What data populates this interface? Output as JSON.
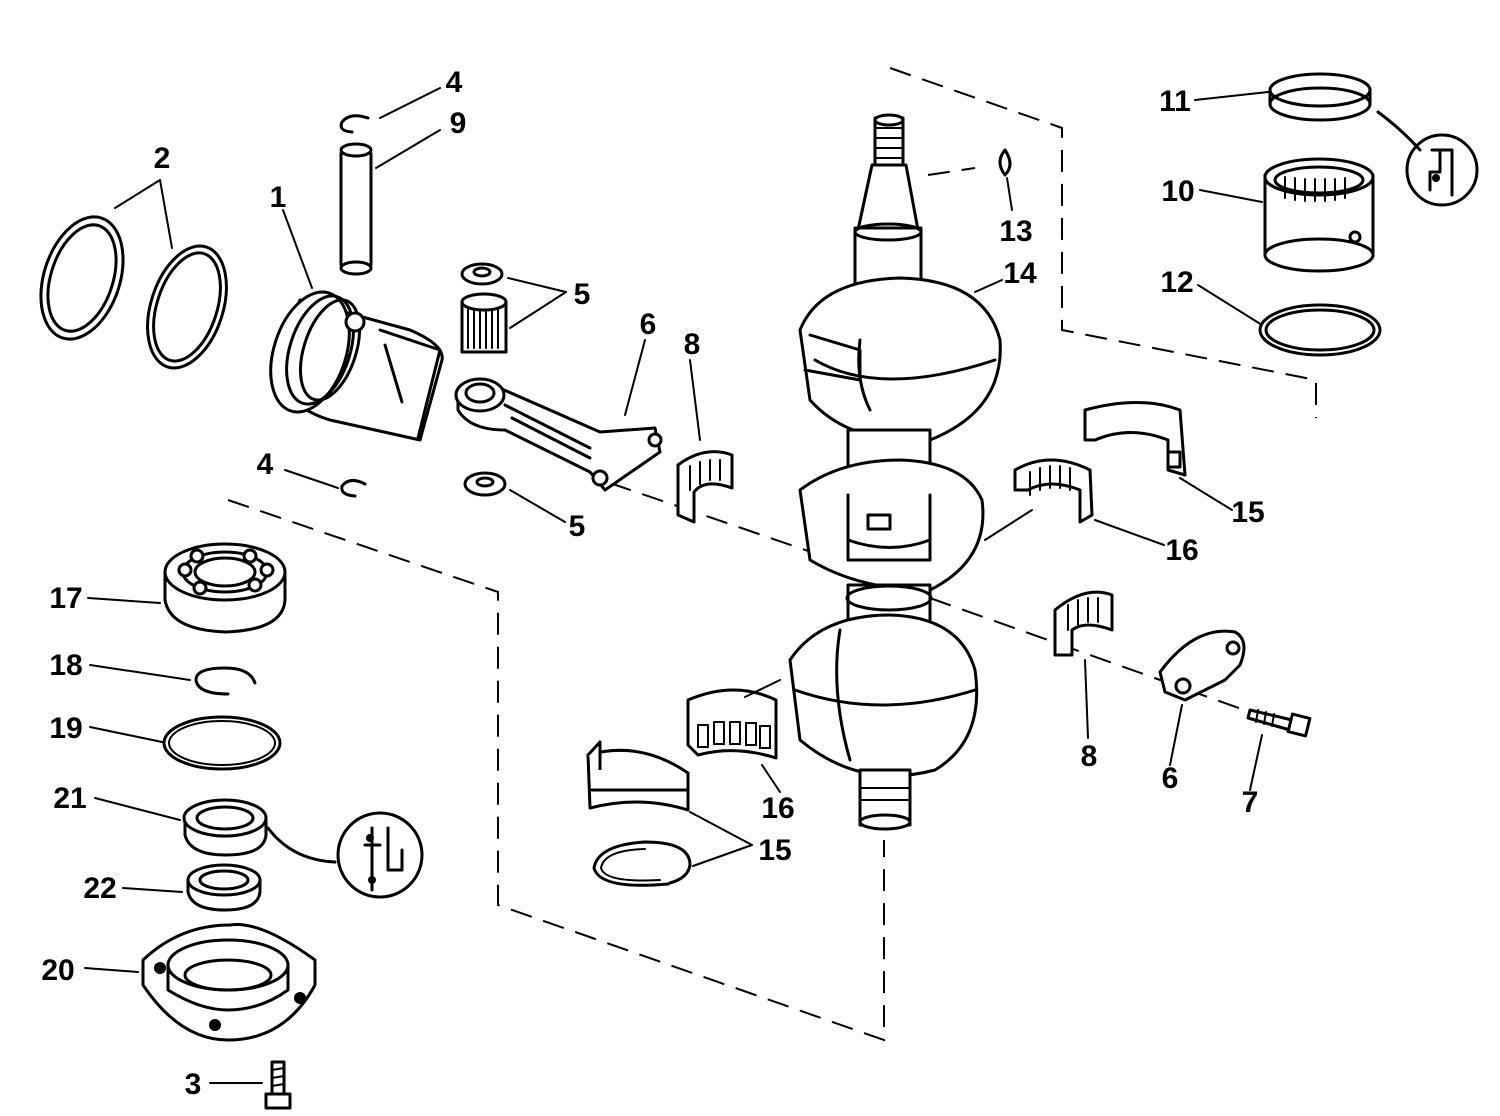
{
  "callouts": [
    {
      "key": "p1",
      "text": "1"
    },
    {
      "key": "p2",
      "text": "2"
    },
    {
      "key": "p3",
      "text": "3"
    },
    {
      "key": "p4a",
      "text": "4"
    },
    {
      "key": "p4b",
      "text": "4"
    },
    {
      "key": "p5a",
      "text": "5"
    },
    {
      "key": "p5b",
      "text": "5"
    },
    {
      "key": "p6a",
      "text": "6"
    },
    {
      "key": "p6b",
      "text": "6"
    },
    {
      "key": "p7",
      "text": "7"
    },
    {
      "key": "p8a",
      "text": "8"
    },
    {
      "key": "p8b",
      "text": "8"
    },
    {
      "key": "p9",
      "text": "9"
    },
    {
      "key": "p10",
      "text": "10"
    },
    {
      "key": "p11",
      "text": "11"
    },
    {
      "key": "p12",
      "text": "12"
    },
    {
      "key": "p13",
      "text": "13"
    },
    {
      "key": "p14",
      "text": "14"
    },
    {
      "key": "p15a",
      "text": "15"
    },
    {
      "key": "p15b",
      "text": "15"
    },
    {
      "key": "p16a",
      "text": "16"
    },
    {
      "key": "p16b",
      "text": "16"
    },
    {
      "key": "p17",
      "text": "17"
    },
    {
      "key": "p18",
      "text": "18"
    },
    {
      "key": "p19",
      "text": "19"
    },
    {
      "key": "p20",
      "text": "20"
    },
    {
      "key": "p21",
      "text": "21"
    },
    {
      "key": "p22",
      "text": "22"
    }
  ],
  "icons": [
    "sealant-callout-icon",
    "sealant-callout-icon"
  ]
}
